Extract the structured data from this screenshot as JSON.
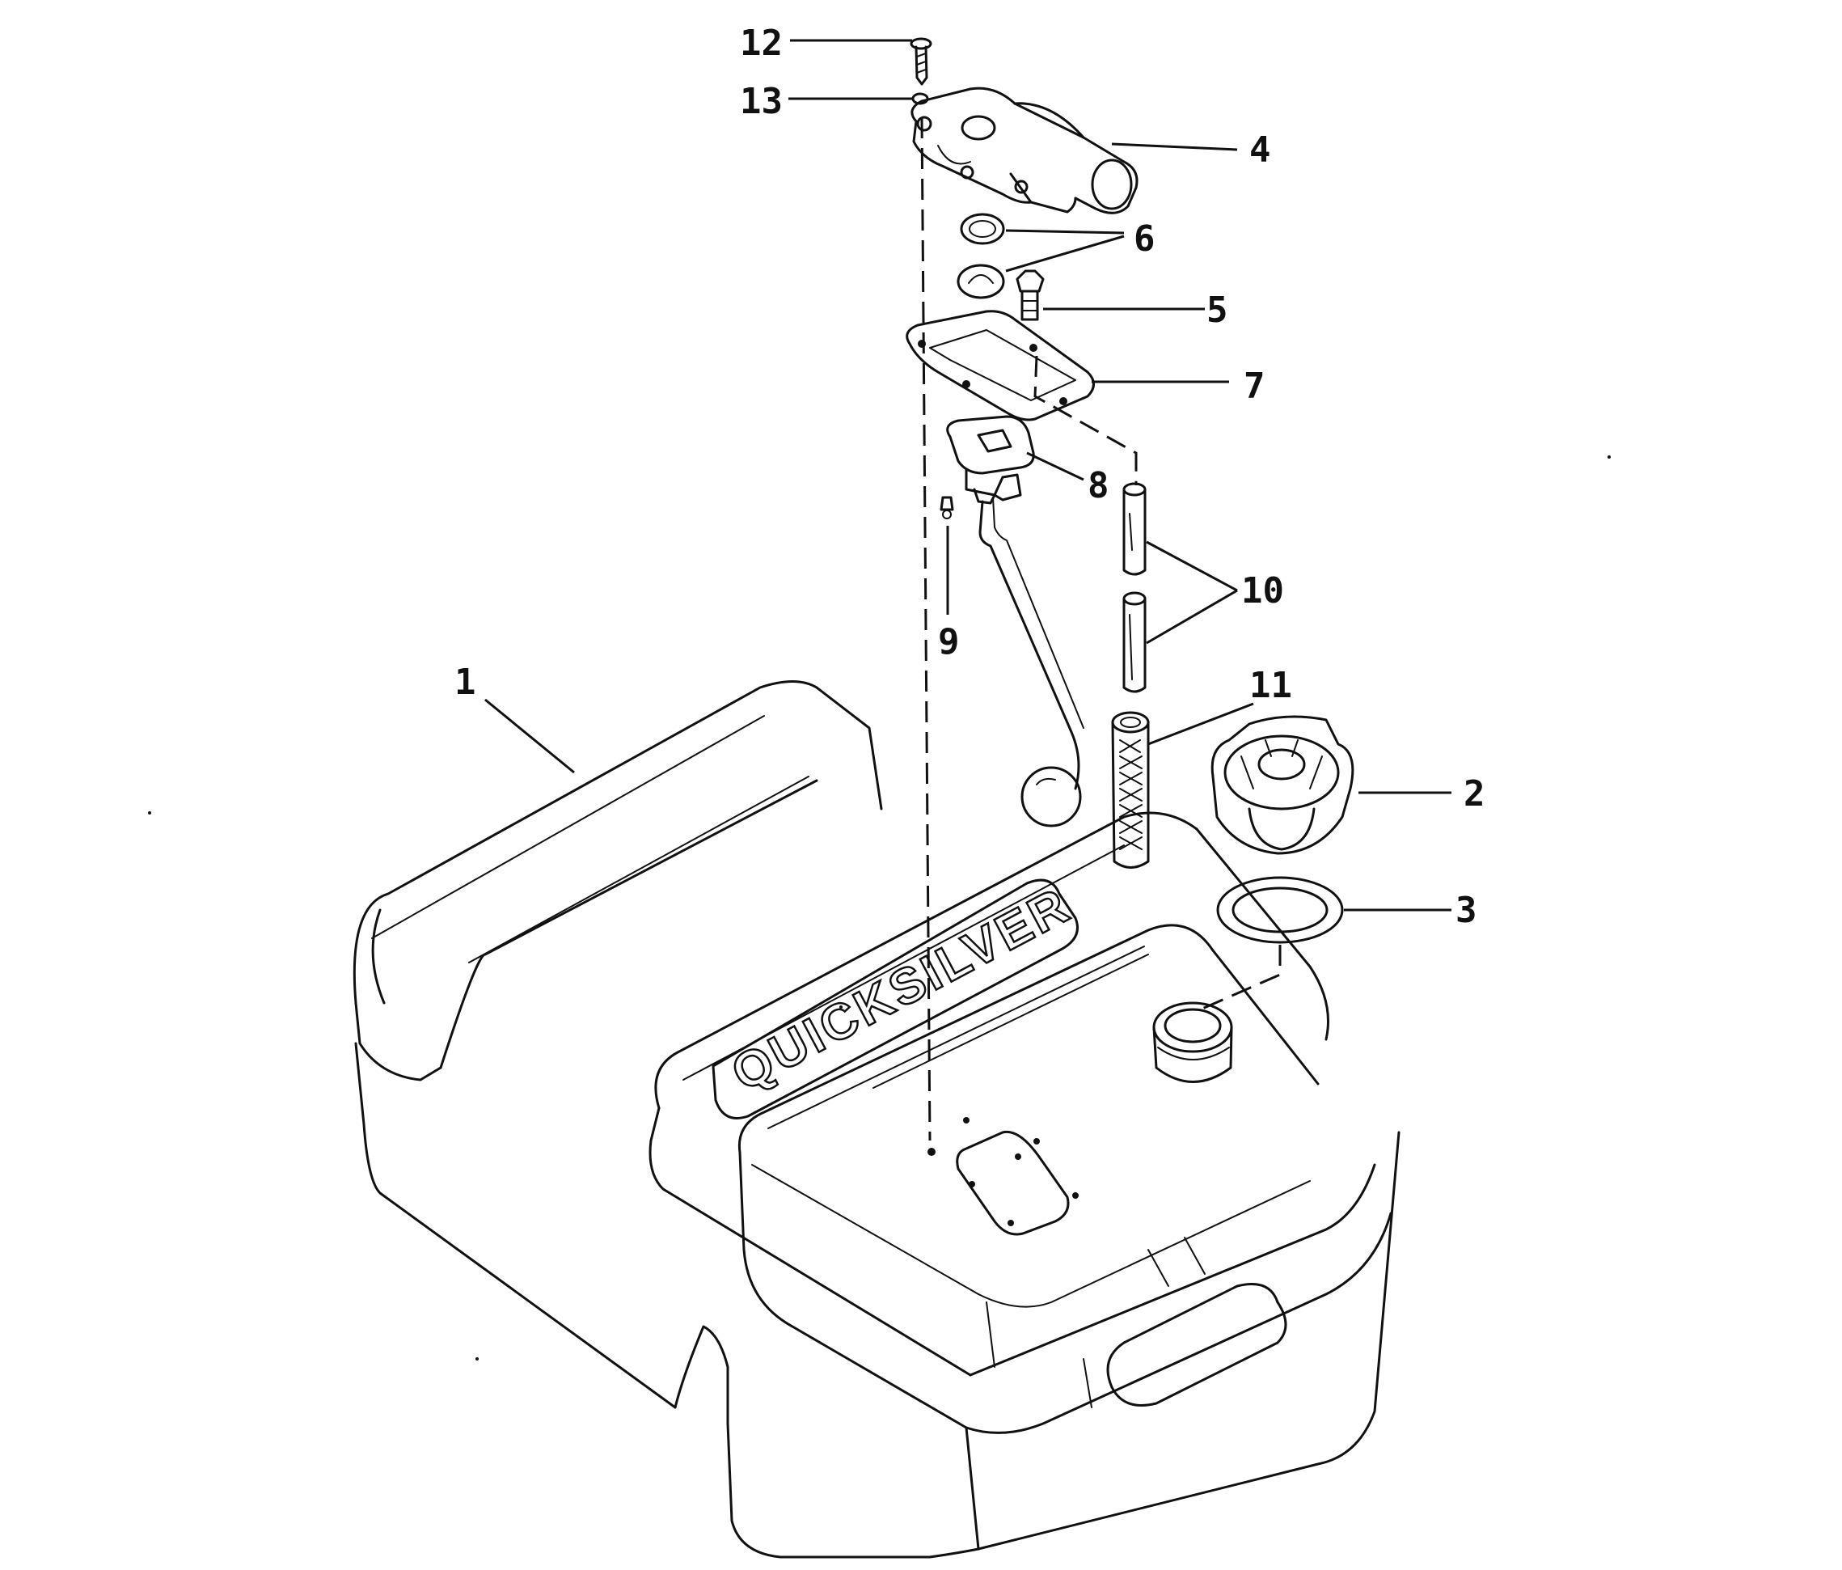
{
  "diagram": {
    "brand_text": "QUICKSILVER",
    "callouts": {
      "c1": "1",
      "c2": "2",
      "c3": "3",
      "c4": "4",
      "c5": "5",
      "c6": "6",
      "c7": "7",
      "c8": "8",
      "c9": "9",
      "c10": "10",
      "c11": "11",
      "c12": "12",
      "c13": "13"
    }
  }
}
